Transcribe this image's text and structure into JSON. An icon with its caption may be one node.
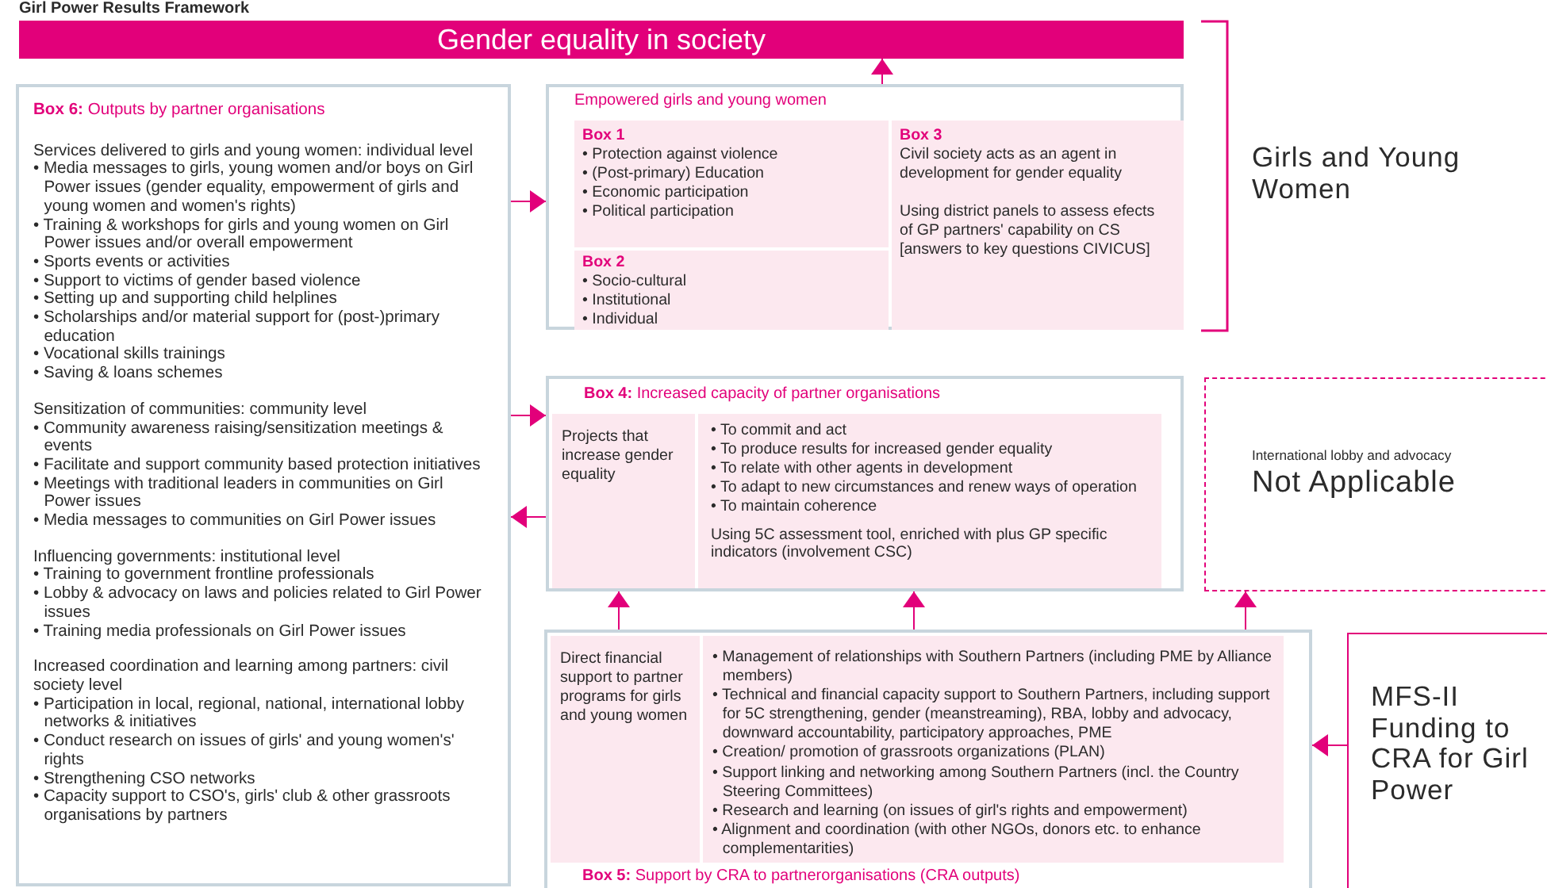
{
  "diagram": {
    "title": "Girl Power Results Framework",
    "nodes": [
      {
        "text": [
          "Gender equality in society"
        ]
      },
      {
        "text": [
          "**Box 6:** Outputs by partner organisations",
          "Services delivered to girls and young women: individual level",
          "• Media messages to girls, young women and/or boys on Girl Power issues (gender equality, empowerment of girls and young women and women's rights)",
          "• Training & workshops for girls and young women on Girl Power issues and/or overall empowerment",
          "• Sports events or activities",
          "• Support to victims of gender based violence",
          "• Setting up and supporting child helplines",
          "• Scholarships and/or material support for (post-)primary education",
          "• Vocational skills trainings",
          "• Saving & loans schemes",
          "Sensitization of communities: community level",
          "• Community awareness raising/sensitization meetings & events",
          "• Facilitate and support community based protection initiatives",
          "• Meetings with traditional leaders in communities on Girl Power issues",
          "• Media messages to communities on Girl Power issues",
          "Influencing governments: institutional level",
          "• Training to government frontline professionals",
          "• Lobby & advocacy on laws and policies related to Girl Power issues",
          "• Training media professionals on Girl Power issues",
          "Increased coordination and learning among partners: civil society level",
          "• Participation in local, regional, national, international lobby networks & initiatives",
          "• Conduct research on issues of girls' and young women's' rights",
          "• Strengthening CSO networks",
          "• Capacity support to CSO's, girls' club & other grassroots organisations by partners"
        ]
      },
      {
        "text": [
          "Empowered girls and young women"
        ]
      },
      {
        "text": [
          "Box 1",
          "• Protection against violence",
          "• (Post-primary) Education",
          "• Economic participation",
          "• Political participation"
        ],
        "in": 2
      },
      {
        "text": [
          "Box 2",
          "• Socio-cultural",
          "• Institutional",
          "• Individual"
        ],
        "in": 2
      },
      {
        "text": [
          "Box 3",
          "Civil society acts as an agent in development for gender equality",
          "Using district panels to assess efects of GP partners' capability on CS [answers to key questions CIVICUS]"
        ],
        "in": 2
      },
      {
        "text": [
          "**Box 4:** Increased capacity of partner organisations"
        ]
      },
      {
        "text": [
          "Projects that increase gender equality"
        ],
        "in": 6
      },
      {
        "text": [
          "• To commit and act",
          "• To produce results for increased gender equality",
          "• To relate with other agents in development",
          "• To adapt to new circumstances and renew ways of operation",
          "• To maintain coherence",
          "Using 5C assessment tool, enriched with plus GP specific indicators (involvement CSC)"
        ],
        "in": 6
      },
      {
        "text": [
          "International lobby and advocacy",
          "Not Applicable"
        ]
      },
      {
        "text": [
          "**Box 5:** Support by CRA to partnerorganisations (CRA outputs)"
        ]
      },
      {
        "text": [
          "Direct financial support to partner programs for girls and young women"
        ],
        "in": 10
      },
      {
        "text": [
          "• Management of relationships with Southern Partners (including PME by Alliance members)",
          "• Technical and financial capacity support to Southern Partners, including support for 5C strengthening, gender (meanstreaming), RBA, lobby and advocacy, downward accountability, participatory approaches, PME",
          "• Creation/ promotion of grassroots organizations (PLAN)",
          "• Support linking and networking among Southern Partners (incl. the Country Steering Committees)",
          "• Research and learning (on issues of girl's rights and empowerment)",
          "• Alignment and coordination (with other NGOs, donors etc. to enhance complementarities)"
        ],
        "in": 10
      },
      {
        "text": [
          "MFS-II Funding to CRA for Girl Power"
        ]
      }
    ],
    "edges": [
      {
        "from": 2,
        "to": 0,
        "arrow": "to"
      },
      {
        "from": 1,
        "to": 2,
        "arrow": "to"
      },
      {
        "from": 1,
        "to": 6,
        "arrow": "to"
      },
      {
        "from": 6,
        "to": 1,
        "arrow": "to"
      },
      {
        "from": 10,
        "to": 6,
        "arrow": "to"
      },
      {
        "from": 10,
        "to": 6,
        "arrow": "to"
      },
      {
        "from": 10,
        "to": 9,
        "arrow": "to"
      },
      {
        "from": 13,
        "to": 10,
        "arrow": "to"
      }
    ],
    "labels": [
      "Girls and Young Women"
    ]
  }
}
